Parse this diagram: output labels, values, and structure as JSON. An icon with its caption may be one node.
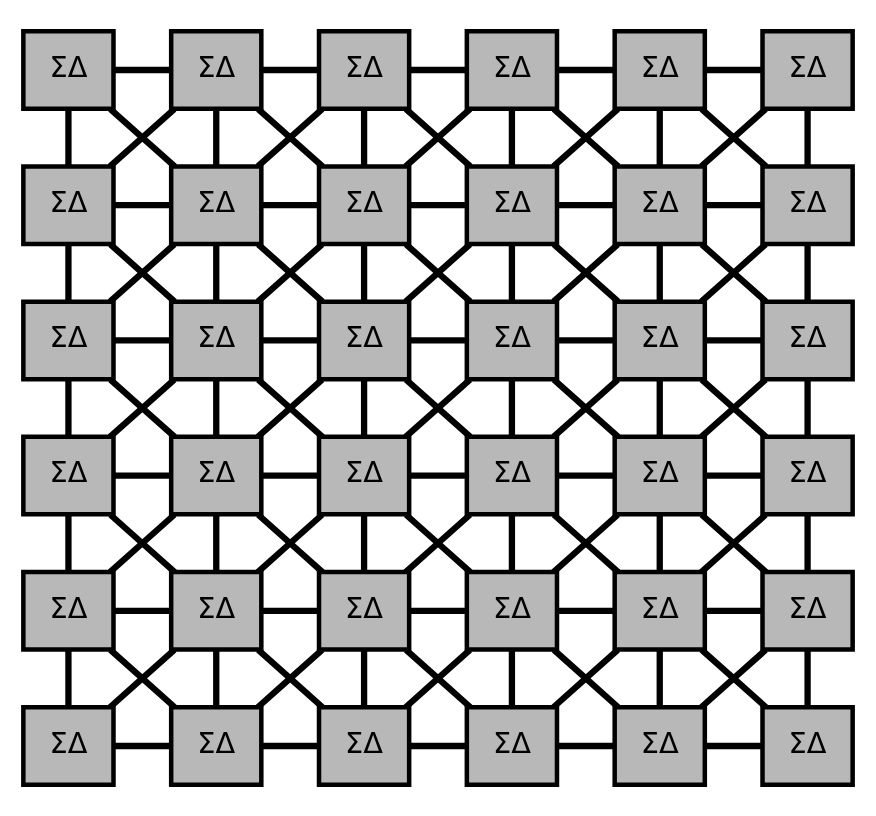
{
  "diagram": {
    "nodes": [
      {
        "text": [
          "ΣΔ"
        ]
      },
      {
        "text": [
          "ΣΔ"
        ]
      },
      {
        "text": [
          "ΣΔ"
        ]
      },
      {
        "text": [
          "ΣΔ"
        ]
      },
      {
        "text": [
          "ΣΔ"
        ]
      },
      {
        "text": [
          "ΣΔ"
        ]
      },
      {
        "text": [
          "ΣΔ"
        ]
      },
      {
        "text": [
          "ΣΔ"
        ]
      },
      {
        "text": [
          "ΣΔ"
        ]
      },
      {
        "text": [
          "ΣΔ"
        ]
      },
      {
        "text": [
          "ΣΔ"
        ]
      },
      {
        "text": [
          "ΣΔ"
        ]
      },
      {
        "text": [
          "ΣΔ"
        ]
      },
      {
        "text": [
          "ΣΔ"
        ]
      },
      {
        "text": [
          "ΣΔ"
        ]
      },
      {
        "text": [
          "ΣΔ"
        ]
      },
      {
        "text": [
          "ΣΔ"
        ]
      },
      {
        "text": [
          "ΣΔ"
        ]
      },
      {
        "text": [
          "ΣΔ"
        ]
      },
      {
        "text": [
          "ΣΔ"
        ]
      },
      {
        "text": [
          "ΣΔ"
        ]
      },
      {
        "text": [
          "ΣΔ"
        ]
      },
      {
        "text": [
          "ΣΔ"
        ]
      },
      {
        "text": [
          "ΣΔ"
        ]
      },
      {
        "text": [
          "ΣΔ"
        ]
      },
      {
        "text": [
          "ΣΔ"
        ]
      },
      {
        "text": [
          "ΣΔ"
        ]
      },
      {
        "text": [
          "ΣΔ"
        ]
      },
      {
        "text": [
          "ΣΔ"
        ]
      },
      {
        "text": [
          "ΣΔ"
        ]
      },
      {
        "text": [
          "ΣΔ"
        ]
      },
      {
        "text": [
          "ΣΔ"
        ]
      },
      {
        "text": [
          "ΣΔ"
        ]
      },
      {
        "text": [
          "ΣΔ"
        ]
      },
      {
        "text": [
          "ΣΔ"
        ]
      },
      {
        "text": [
          "ΣΔ"
        ]
      }
    ],
    "edges": [
      {
        "from": 0,
        "to": 1,
        "arrow": "none"
      },
      {
        "from": 1,
        "to": 2,
        "arrow": "none"
      },
      {
        "from": 2,
        "to": 3,
        "arrow": "none"
      },
      {
        "from": 3,
        "to": 4,
        "arrow": "none"
      },
      {
        "from": 4,
        "to": 5,
        "arrow": "none"
      },
      {
        "from": 0,
        "to": 6,
        "arrow": "none"
      },
      {
        "from": 1,
        "to": 7,
        "arrow": "none"
      },
      {
        "from": 2,
        "to": 8,
        "arrow": "none"
      },
      {
        "from": 3,
        "to": 9,
        "arrow": "none"
      },
      {
        "from": 4,
        "to": 10,
        "arrow": "none"
      },
      {
        "from": 5,
        "to": 11,
        "arrow": "none"
      },
      {
        "from": 0,
        "to": 7,
        "arrow": "none"
      },
      {
        "from": 1,
        "to": 6,
        "arrow": "none"
      },
      {
        "from": 1,
        "to": 8,
        "arrow": "none"
      },
      {
        "from": 2,
        "to": 7,
        "arrow": "none"
      },
      {
        "from": 2,
        "to": 9,
        "arrow": "none"
      },
      {
        "from": 3,
        "to": 8,
        "arrow": "none"
      },
      {
        "from": 3,
        "to": 10,
        "arrow": "none"
      },
      {
        "from": 4,
        "to": 9,
        "arrow": "none"
      },
      {
        "from": 4,
        "to": 11,
        "arrow": "none"
      },
      {
        "from": 5,
        "to": 10,
        "arrow": "none"
      },
      {
        "from": 6,
        "to": 7,
        "arrow": "none"
      },
      {
        "from": 7,
        "to": 8,
        "arrow": "none"
      },
      {
        "from": 8,
        "to": 9,
        "arrow": "none"
      },
      {
        "from": 9,
        "to": 10,
        "arrow": "none"
      },
      {
        "from": 10,
        "to": 11,
        "arrow": "none"
      },
      {
        "from": 6,
        "to": 12,
        "arrow": "none"
      },
      {
        "from": 7,
        "to": 13,
        "arrow": "none"
      },
      {
        "from": 8,
        "to": 14,
        "arrow": "none"
      },
      {
        "from": 9,
        "to": 15,
        "arrow": "none"
      },
      {
        "from": 10,
        "to": 16,
        "arrow": "none"
      },
      {
        "from": 11,
        "to": 17,
        "arrow": "none"
      },
      {
        "from": 6,
        "to": 13,
        "arrow": "none"
      },
      {
        "from": 7,
        "to": 12,
        "arrow": "none"
      },
      {
        "from": 7,
        "to": 14,
        "arrow": "none"
      },
      {
        "from": 8,
        "to": 13,
        "arrow": "none"
      },
      {
        "from": 8,
        "to": 15,
        "arrow": "none"
      },
      {
        "from": 9,
        "to": 14,
        "arrow": "none"
      },
      {
        "from": 9,
        "to": 16,
        "arrow": "none"
      },
      {
        "from": 10,
        "to": 15,
        "arrow": "none"
      },
      {
        "from": 10,
        "to": 17,
        "arrow": "none"
      },
      {
        "from": 11,
        "to": 16,
        "arrow": "none"
      },
      {
        "from": 12,
        "to": 13,
        "arrow": "none"
      },
      {
        "from": 13,
        "to": 14,
        "arrow": "none"
      },
      {
        "from": 14,
        "to": 15,
        "arrow": "none"
      },
      {
        "from": 15,
        "to": 16,
        "arrow": "none"
      },
      {
        "from": 16,
        "to": 17,
        "arrow": "none"
      },
      {
        "from": 12,
        "to": 18,
        "arrow": "none"
      },
      {
        "from": 13,
        "to": 19,
        "arrow": "none"
      },
      {
        "from": 14,
        "to": 20,
        "arrow": "none"
      },
      {
        "from": 15,
        "to": 21,
        "arrow": "none"
      },
      {
        "from": 16,
        "to": 22,
        "arrow": "none"
      },
      {
        "from": 17,
        "to": 23,
        "arrow": "none"
      },
      {
        "from": 12,
        "to": 19,
        "arrow": "none"
      },
      {
        "from": 13,
        "to": 18,
        "arrow": "none"
      },
      {
        "from": 13,
        "to": 20,
        "arrow": "none"
      },
      {
        "from": 14,
        "to": 19,
        "arrow": "none"
      },
      {
        "from": 14,
        "to": 21,
        "arrow": "none"
      },
      {
        "from": 15,
        "to": 20,
        "arrow": "none"
      },
      {
        "from": 15,
        "to": 22,
        "arrow": "none"
      },
      {
        "from": 16,
        "to": 21,
        "arrow": "none"
      },
      {
        "from": 16,
        "to": 23,
        "arrow": "none"
      },
      {
        "from": 17,
        "to": 22,
        "arrow": "none"
      },
      {
        "from": 18,
        "to": 19,
        "arrow": "none"
      },
      {
        "from": 19,
        "to": 20,
        "arrow": "none"
      },
      {
        "from": 20,
        "to": 21,
        "arrow": "none"
      },
      {
        "from": 21,
        "to": 22,
        "arrow": "none"
      },
      {
        "from": 22,
        "to": 23,
        "arrow": "none"
      },
      {
        "from": 18,
        "to": 24,
        "arrow": "none"
      },
      {
        "from": 19,
        "to": 25,
        "arrow": "none"
      },
      {
        "from": 20,
        "to": 26,
        "arrow": "none"
      },
      {
        "from": 21,
        "to": 27,
        "arrow": "none"
      },
      {
        "from": 22,
        "to": 28,
        "arrow": "none"
      },
      {
        "from": 23,
        "to": 29,
        "arrow": "none"
      },
      {
        "from": 18,
        "to": 25,
        "arrow": "none"
      },
      {
        "from": 19,
        "to": 24,
        "arrow": "none"
      },
      {
        "from": 19,
        "to": 26,
        "arrow": "none"
      },
      {
        "from": 20,
        "to": 25,
        "arrow": "none"
      },
      {
        "from": 20,
        "to": 27,
        "arrow": "none"
      },
      {
        "from": 21,
        "to": 26,
        "arrow": "none"
      },
      {
        "from": 21,
        "to": 28,
        "arrow": "none"
      },
      {
        "from": 22,
        "to": 27,
        "arrow": "none"
      },
      {
        "from": 22,
        "to": 29,
        "arrow": "none"
      },
      {
        "from": 23,
        "to": 28,
        "arrow": "none"
      },
      {
        "from": 24,
        "to": 25,
        "arrow": "none"
      },
      {
        "from": 25,
        "to": 26,
        "arrow": "none"
      },
      {
        "from": 26,
        "to": 27,
        "arrow": "none"
      },
      {
        "from": 27,
        "to": 28,
        "arrow": "none"
      },
      {
        "from": 28,
        "to": 29,
        "arrow": "none"
      },
      {
        "from": 24,
        "to": 30,
        "arrow": "none"
      },
      {
        "from": 25,
        "to": 31,
        "arrow": "none"
      },
      {
        "from": 26,
        "to": 32,
        "arrow": "none"
      },
      {
        "from": 27,
        "to": 33,
        "arrow": "none"
      },
      {
        "from": 28,
        "to": 34,
        "arrow": "none"
      },
      {
        "from": 29,
        "to": 35,
        "arrow": "none"
      },
      {
        "from": 24,
        "to": 31,
        "arrow": "none"
      },
      {
        "from": 25,
        "to": 30,
        "arrow": "none"
      },
      {
        "from": 25,
        "to": 32,
        "arrow": "none"
      },
      {
        "from": 26,
        "to": 31,
        "arrow": "none"
      },
      {
        "from": 26,
        "to": 33,
        "arrow": "none"
      },
      {
        "from": 27,
        "to": 32,
        "arrow": "none"
      },
      {
        "from": 27,
        "to": 34,
        "arrow": "none"
      },
      {
        "from": 28,
        "to": 33,
        "arrow": "none"
      },
      {
        "from": 28,
        "to": 35,
        "arrow": "none"
      },
      {
        "from": 29,
        "to": 34,
        "arrow": "none"
      },
      {
        "from": 30,
        "to": 31,
        "arrow": "none"
      },
      {
        "from": 31,
        "to": 32,
        "arrow": "none"
      },
      {
        "from": 32,
        "to": 33,
        "arrow": "none"
      },
      {
        "from": 33,
        "to": 34,
        "arrow": "none"
      },
      {
        "from": 34,
        "to": 35,
        "arrow": "none"
      }
    ]
  }
}
